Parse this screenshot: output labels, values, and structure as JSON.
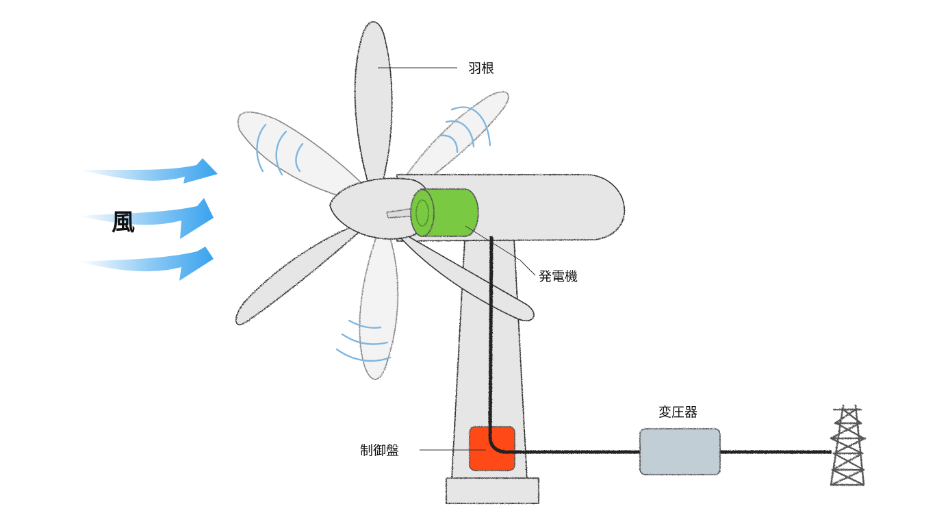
{
  "labels": {
    "wind": "風",
    "blade": "羽根",
    "generator": "発電機",
    "control_panel": "制御盤",
    "transformer": "変圧器"
  },
  "colors": {
    "wind_arrow": "#3aa3ee",
    "motion_lines": "#7fb6e0",
    "body_fill": "#e6e6e6",
    "ghost_fill": "#f3f3f3",
    "outline": "#333333",
    "generator": "#7ac943",
    "control_panel": "#ff4a12",
    "transformer": "#c1ced6",
    "cable": "#222222",
    "pylon": "#555555"
  },
  "icons": {
    "wind": "wind-arrows-icon",
    "pylon": "transmission-tower-icon"
  }
}
